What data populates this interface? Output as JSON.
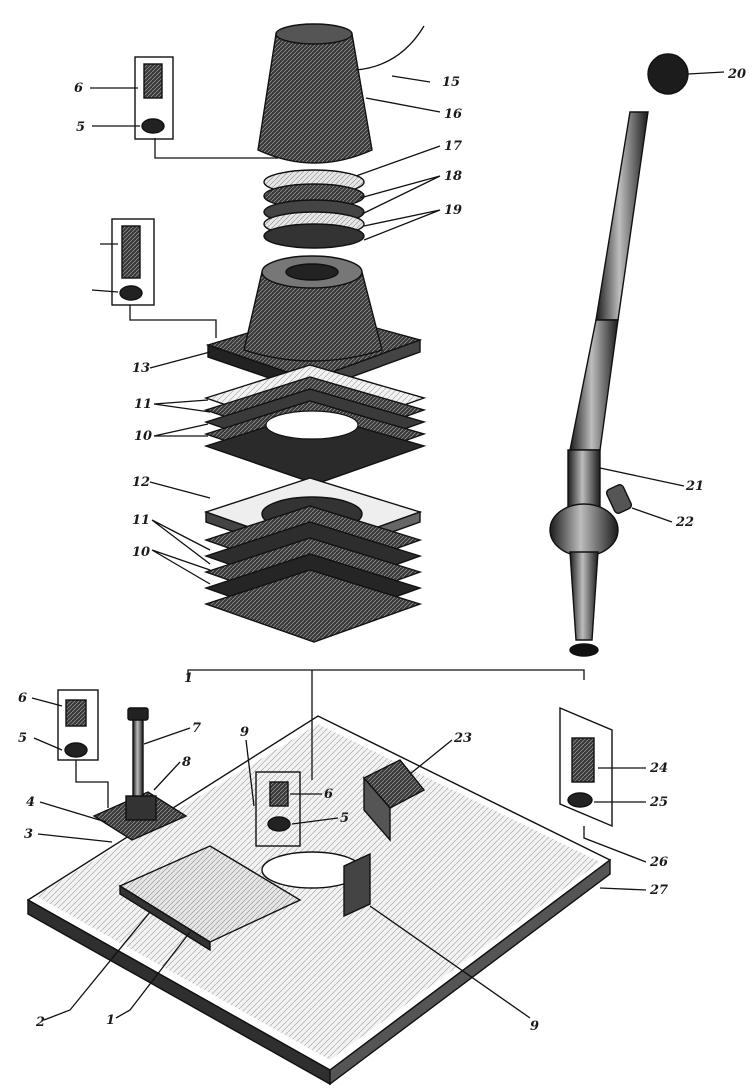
{
  "diagram": {
    "colors": {
      "ink": "#111111",
      "paper": "#ffffff",
      "shade": "#2b2b2b",
      "mid": "#6b6b6b",
      "light": "#d9d9d9"
    },
    "callouts": [
      {
        "id": "c1",
        "text": "1"
      },
      {
        "id": "c2",
        "text": "2"
      },
      {
        "id": "c3",
        "text": "3"
      },
      {
        "id": "c4",
        "text": "4"
      },
      {
        "id": "c5a",
        "text": "5"
      },
      {
        "id": "c6a",
        "text": "6"
      },
      {
        "id": "c5b",
        "text": "5"
      },
      {
        "id": "c6b",
        "text": "6"
      },
      {
        "id": "c5c",
        "text": "5"
      },
      {
        "id": "c6c",
        "text": "6"
      },
      {
        "id": "c7",
        "text": "7"
      },
      {
        "id": "c8",
        "text": "8"
      },
      {
        "id": "c9a",
        "text": "9"
      },
      {
        "id": "c9b",
        "text": "9"
      },
      {
        "id": "c10a",
        "text": "10"
      },
      {
        "id": "c10b",
        "text": "10"
      },
      {
        "id": "c11a",
        "text": "11"
      },
      {
        "id": "c11b",
        "text": "11"
      },
      {
        "id": "c12",
        "text": "12"
      },
      {
        "id": "c13",
        "text": "13"
      },
      {
        "id": "c15",
        "text": "15"
      },
      {
        "id": "c16",
        "text": "16"
      },
      {
        "id": "c17",
        "text": "17"
      },
      {
        "id": "c18",
        "text": "18"
      },
      {
        "id": "c19",
        "text": "19"
      },
      {
        "id": "c20",
        "text": "20"
      },
      {
        "id": "c21",
        "text": "21"
      },
      {
        "id": "c22",
        "text": "22"
      },
      {
        "id": "c23",
        "text": "23"
      },
      {
        "id": "c24",
        "text": "24"
      },
      {
        "id": "c25",
        "text": "25"
      },
      {
        "id": "c26",
        "text": "26"
      },
      {
        "id": "c27",
        "text": "27"
      },
      {
        "id": "c1b",
        "text": "1"
      }
    ]
  }
}
